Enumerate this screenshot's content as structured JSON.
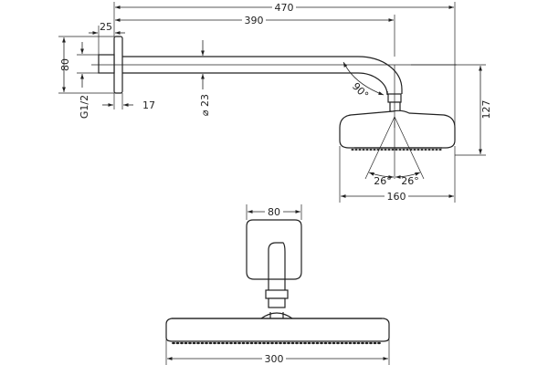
{
  "dimensions": {
    "d470": "470",
    "d390": "390",
    "d25": "25",
    "d80_side": "80",
    "g12": "G1/2",
    "d17": "17",
    "d23": "⌀ 23",
    "angle90": "90°",
    "d127": "127",
    "angle26_left": "26°",
    "angle26_right": "26°",
    "d160": "160",
    "d80_front": "80",
    "d300": "300"
  },
  "colors": {
    "line": "#222222",
    "background": "#ffffff"
  }
}
